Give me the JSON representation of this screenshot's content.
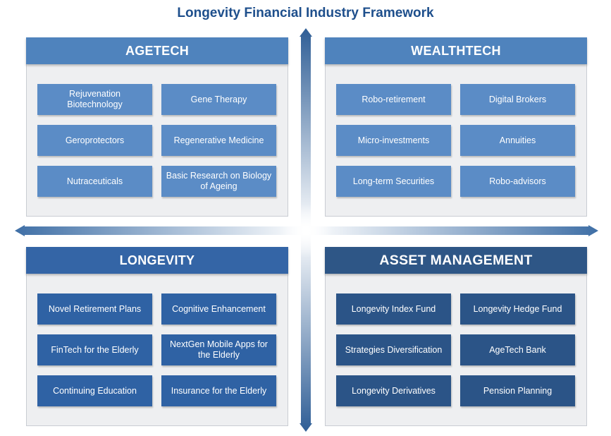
{
  "title": "Longevity Financial Industry Framework",
  "quadrants": [
    {
      "id": "agetech",
      "title": "AGETECH",
      "items": [
        "Rejuvenation Biotechnology",
        "Gene Therapy",
        "Geroprotectors",
        "Regenerative Medicine",
        "Nutraceuticals",
        "Basic Research on Biology of Ageing"
      ]
    },
    {
      "id": "wealthtech",
      "title": "WEALTHTECH",
      "items": [
        "Robo-retirement",
        "Digital Brokers",
        "Micro-investments",
        "Annuities",
        "Long-term Securities",
        "Robo-advisors"
      ]
    },
    {
      "id": "longevity",
      "title": "LONGEVITY",
      "items": [
        "Novel Retirement Plans",
        "Cognitive Enhancement",
        "FinTech for the Elderly",
        "NextGen Mobile Apps for the Elderly",
        "Continuing Education",
        "Insurance for the Elderly"
      ]
    },
    {
      "id": "asset-management",
      "title": "ASSET MANAGEMENT",
      "items": [
        "Longevity Index Fund",
        "Longevity Hedge Fund",
        "Strategies Diversification",
        "AgeTech Bank",
        "Longevity Derivatives",
        "Pension Planning"
      ]
    }
  ],
  "colors": {
    "title": "#1e4f8c",
    "light_header": "#4f83bd",
    "light_box": "#5b8cc6",
    "mid_header": "#3465a6",
    "mid_box": "#2f62a4",
    "dark_header": "#2e5686",
    "dark_box": "#2b5487",
    "panel": "#eeeff1"
  }
}
